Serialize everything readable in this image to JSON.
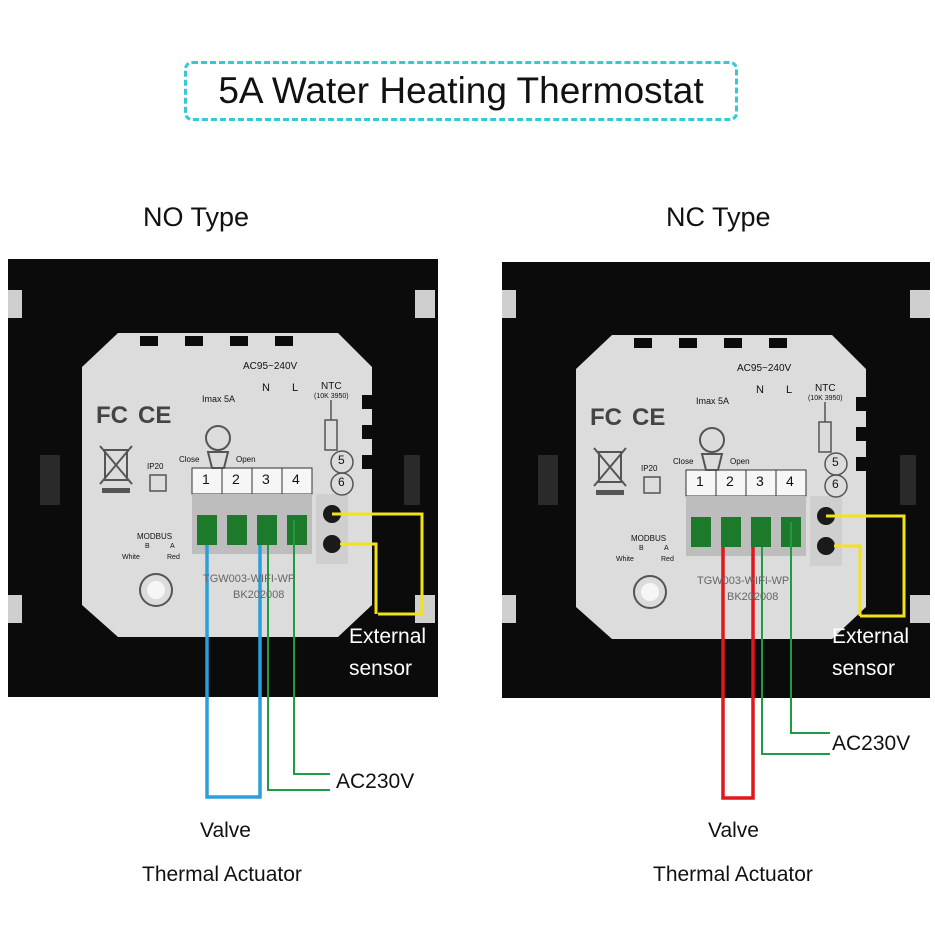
{
  "title": "5A Water Heating Thermostat",
  "panels": [
    {
      "heading": "NO Type",
      "valve_wire_color": "#2a9fd8",
      "labels": {
        "external": "External",
        "sensor": "sensor",
        "power": "AC230V",
        "valve": "Valve",
        "actuator": "Thermal Actuator"
      }
    },
    {
      "heading": "NC Type",
      "valve_wire_color": "#e0171c",
      "labels": {
        "external": "External",
        "sensor": "sensor",
        "power": "AC230V",
        "valve": "Valve",
        "actuator": "Thermal Actuator"
      }
    }
  ],
  "device": {
    "supply": "AC95~240V",
    "imax": "Imax 5A",
    "n": "N",
    "l": "L",
    "ntc": "NTC",
    "ntc_spec": "(10K 3950)",
    "close": "Close",
    "open": "Open",
    "terminals": [
      "1",
      "2",
      "3",
      "4"
    ],
    "sensor_terminals": [
      "5",
      "6"
    ],
    "fc": "FC",
    "ce": "CE",
    "ip": "IP20",
    "modbus": "MODBUS",
    "modbus_b": "B",
    "modbus_a": "A",
    "white": "White",
    "red": "Red",
    "model": "TGW003-WIFI-WP",
    "batch": "BK202008"
  },
  "colors": {
    "frame": "#0b0b0b",
    "module": "#dcdcdc",
    "sensor_wire": "#f2e21a",
    "power_wire": "#1f9a45",
    "title_border": "#35c9d6"
  }
}
